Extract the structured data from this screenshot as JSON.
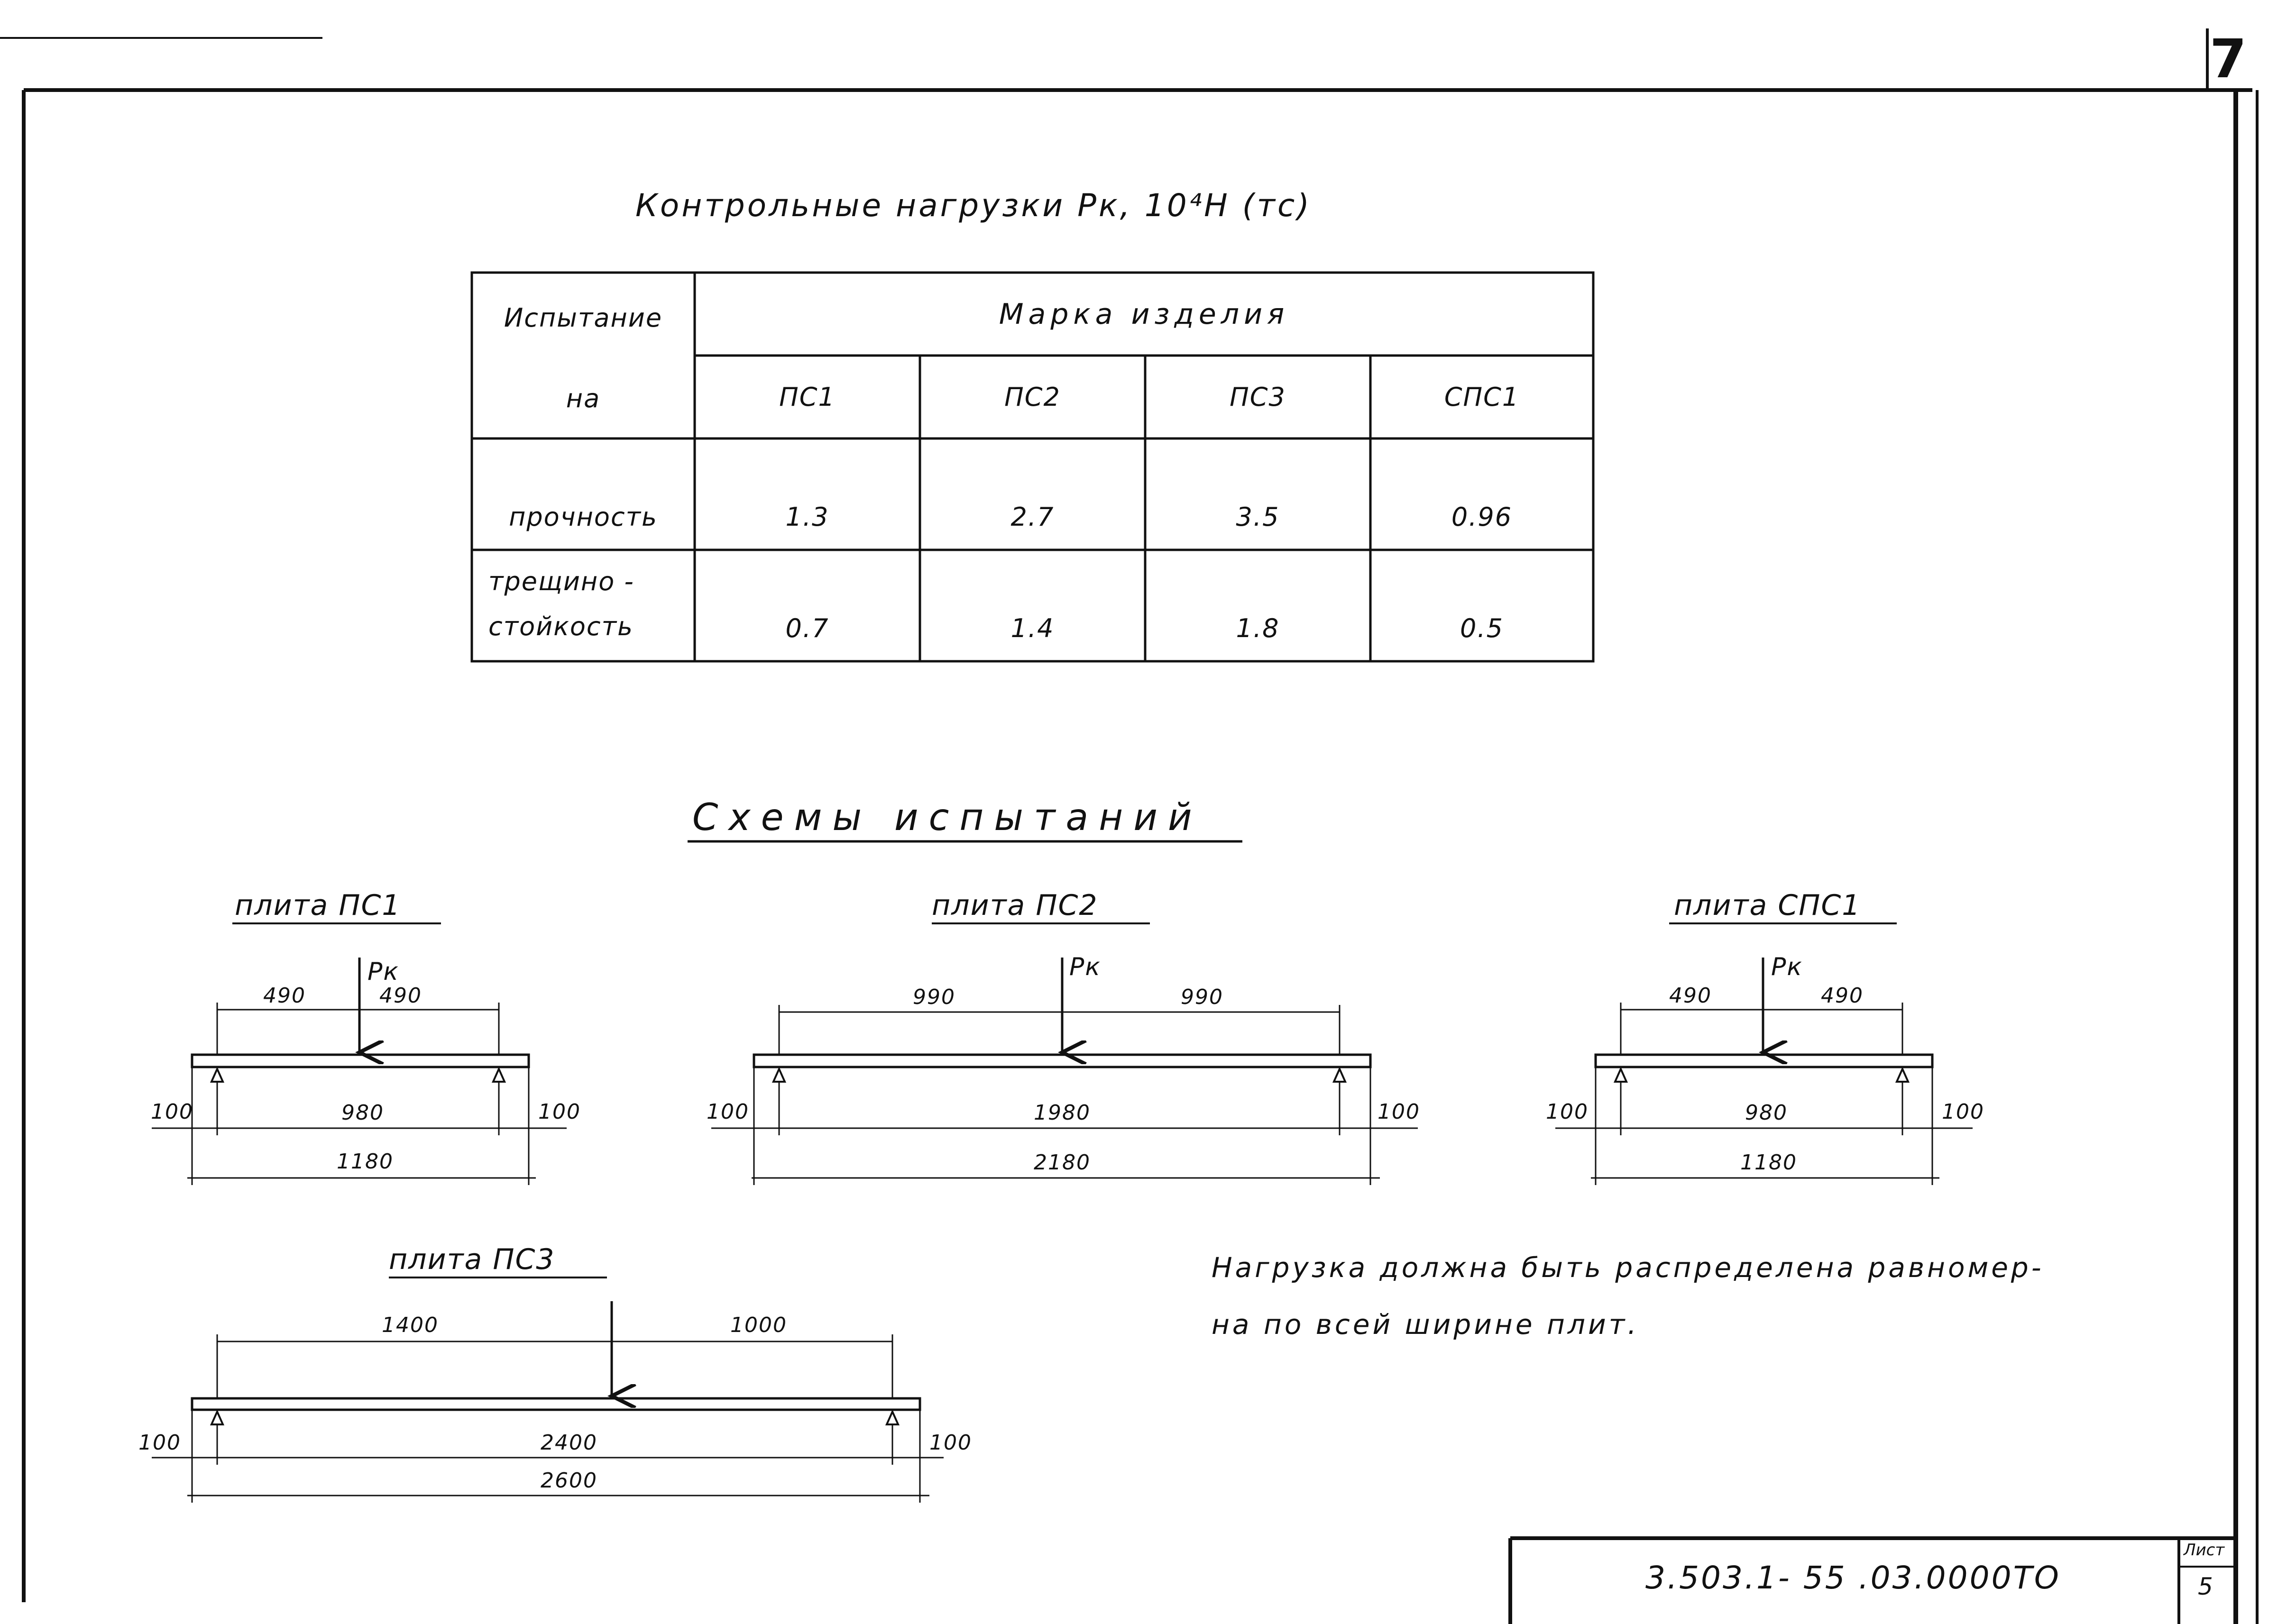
{
  "sheet_number": "7",
  "title": "Контрольные нагрузки Pк, 10⁴Н (тс)",
  "table": {
    "header_test": "Испытание",
    "header_on": "на",
    "header_brand": "Марка изделия",
    "brands": [
      "ПС1",
      "ПС2",
      "ПС3",
      "СПС1"
    ],
    "rows": [
      {
        "label": "прочность",
        "values": [
          "1.3",
          "2.7",
          "3.5",
          "0.96"
        ]
      },
      {
        "label_line1": "трещино -",
        "label_line2": "стойкость",
        "values": [
          "0.7",
          "1.4",
          "1.8",
          "0.5"
        ]
      }
    ]
  },
  "schemes_title": "Схемы испытаний",
  "schemes": [
    {
      "name": "плита ПС1",
      "load": "Pк",
      "left": "490",
      "right": "490",
      "end_left": "100",
      "end_right": "100",
      "span": "980",
      "total": "1180"
    },
    {
      "name": "плита ПС2",
      "load": "Pк",
      "left": "990",
      "right": "990",
      "end_left": "100",
      "end_right": "100",
      "span": "1980",
      "total": "2180"
    },
    {
      "name": "плита СПС1",
      "load": "Pк",
      "left": "490",
      "right": "490",
      "end_left": "100",
      "end_right": "100",
      "span": "980",
      "total": "1180"
    },
    {
      "name": "плита ПС3",
      "left": "1400",
      "right": "1000",
      "end_left": "100",
      "end_right": "100",
      "span": "2400",
      "total": "2600"
    }
  ],
  "note_line1": "Нагрузка должна быть распределена равномер-",
  "note_line2": "на по всей ширине плит.",
  "stamp": {
    "doc_code": "3.503.1- 55 .03.0000ТО",
    "sheet_label": "Лист",
    "sheet_value": "5"
  }
}
